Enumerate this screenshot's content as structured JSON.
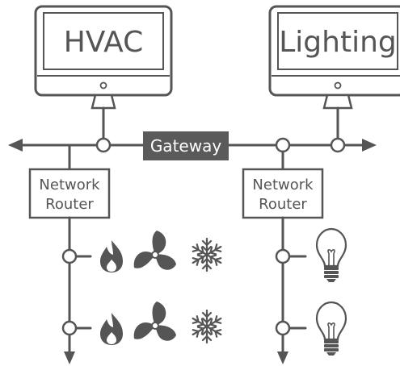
{
  "monitors": {
    "left": {
      "label": "HVAC"
    },
    "right": {
      "label": "Lighting"
    }
  },
  "gateway": {
    "label": "Gateway"
  },
  "routers": {
    "left": {
      "line1": "Network",
      "line2": "Router"
    },
    "right": {
      "line1": "Network",
      "line2": "Router"
    }
  },
  "devices": {
    "left": [
      "flame-icon",
      "fan-icon",
      "snowflake-icon"
    ],
    "right": [
      "lightbulb-icon"
    ]
  },
  "colors": {
    "stroke": "#555555",
    "gateway_fill": "#5a5a5a",
    "background": "#ffffff"
  }
}
